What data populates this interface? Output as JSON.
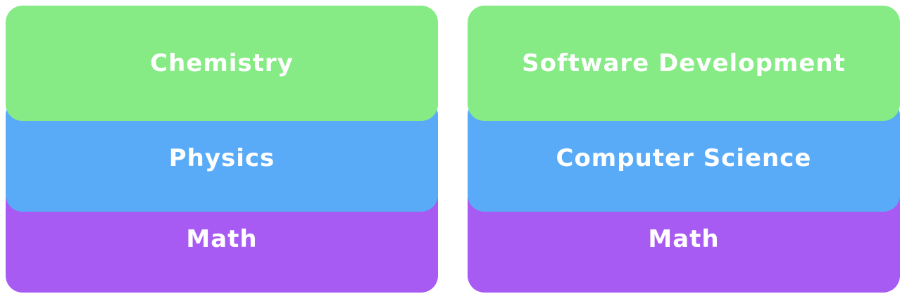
{
  "colors": {
    "top": "#86eb84",
    "middle": "#59abf8",
    "bottom": "#a85bf2",
    "text": "#ffffff"
  },
  "stacks": [
    {
      "layers": [
        "Chemistry",
        "Physics",
        "Math"
      ]
    },
    {
      "layers": [
        "Software Development",
        "Computer Science",
        "Math"
      ]
    }
  ]
}
